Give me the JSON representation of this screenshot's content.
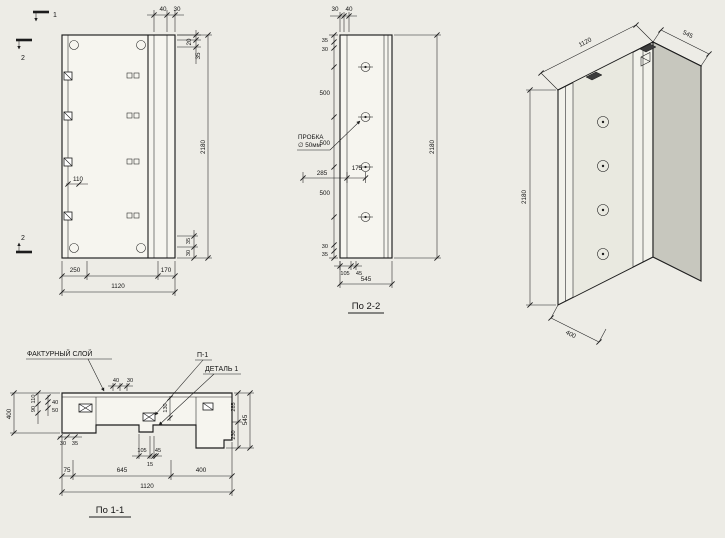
{
  "front_view": {
    "marker_1": "1",
    "marker_2_top": "2",
    "marker_2_bottom": "2",
    "dim_40": "40",
    "dim_30": "30",
    "dim_20": "20",
    "dim_35_top": "35",
    "dim_height": "2180",
    "dim_35_bottom": "35",
    "dim_30_bottom": "30",
    "dim_110": "110",
    "dim_250": "250",
    "dim_170": "170",
    "dim_width": "1120"
  },
  "section_2_2": {
    "title": "По 2-2",
    "dim_30_top": "30",
    "dim_40_top": "40",
    "dim_35_left_top": "35",
    "dim_30_left_top": "30",
    "dim_500_a": "500",
    "dim_500_b": "500",
    "dim_500_c": "500",
    "dim_285": "285",
    "dim_175": "175",
    "plug_label": "ПРОБКА",
    "plug_size": "∅ 50мм",
    "dim_105": "105",
    "dim_45": "45",
    "dim_30_left_bottom": "30",
    "dim_35_left_bottom": "35",
    "dim_width": "545",
    "dim_height": "2180"
  },
  "isometric_view": {
    "dim_width": "1120",
    "dim_depth": "545",
    "dim_height": "2180",
    "dim_rib": "400"
  },
  "section_1_1": {
    "title": "По 1-1",
    "texture_label": "ФАКТУРНЫЙ СЛОЙ",
    "p1_label": "П-1",
    "detail_label": "ДЕТАЛЬ 1",
    "dim_400_left": "400",
    "dim_110": "110",
    "dim_90": "90",
    "dim_40_left": "40",
    "dim_50_left": "50",
    "dim_30_left": "30",
    "dim_35_left": "35",
    "dim_40_top": "40",
    "dim_30_top": "30",
    "dim_130": "130",
    "dim_285": "285",
    "dim_230": "230",
    "dim_545": "545",
    "dim_105": "105",
    "dim_45": "45",
    "dim_15": "15",
    "dim_75": "75",
    "dim_645": "645",
    "dim_400_bottom": "400",
    "dim_width": "1120"
  }
}
